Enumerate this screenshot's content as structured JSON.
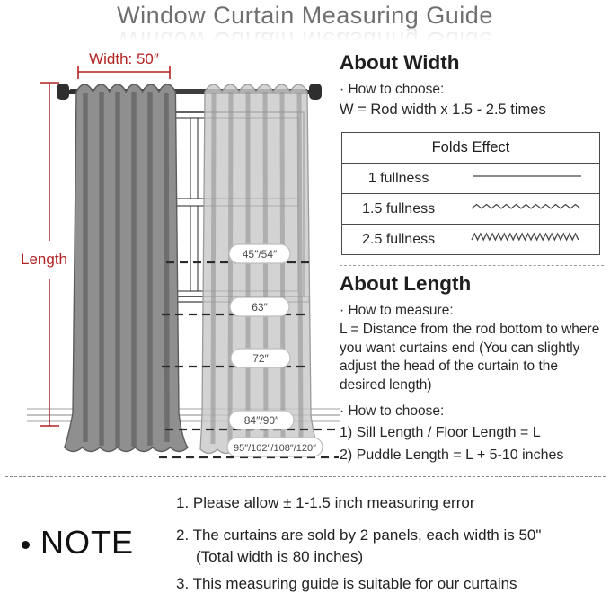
{
  "header": {
    "title": "Window Curtain Measuring Guide"
  },
  "diagram": {
    "width_label": "Width: 50″",
    "length_label": "Length",
    "length_markers": [
      "45″/54″",
      "63″",
      "72″",
      "84″/90″",
      "95″/102″/108″/120″"
    ],
    "accent_red": "#b22222",
    "dark_curtain_color": "#8f8f8f",
    "light_curtain_color": "#c9c9c9"
  },
  "about_width": {
    "heading": "About Width",
    "how_to_choose": "· How to choose:",
    "formula": "W = Rod width x 1.5 - 2.5 times",
    "folds_table": {
      "header": "Folds Effect",
      "rows": [
        {
          "label": "1 fullness",
          "effect": "straight-line"
        },
        {
          "label": "1.5 fullness",
          "effect": "gentle-wave"
        },
        {
          "label": "2.5 fullness",
          "effect": "dense-wave"
        }
      ]
    }
  },
  "about_length": {
    "heading": "About Length",
    "how_to_measure": "· How to measure:",
    "measure_text": "L = Distance from the rod bottom to where you want curtains end  (You can slightly adjust the head of the curtain to the desired length)",
    "how_to_choose": "· How to choose:",
    "options": [
      "1)  Sill Length / Floor Length = L",
      "2)  Puddle Length = L + 5-10 inches"
    ]
  },
  "note": {
    "label": "NOTE",
    "items": [
      "1. Please allow ± 1-1.5 inch measuring error",
      "2. The curtains are sold by 2 panels, each width is 50\"",
      "(Total width is 80 inches)",
      "3. This measuring guide is suitable for our curtains"
    ]
  }
}
